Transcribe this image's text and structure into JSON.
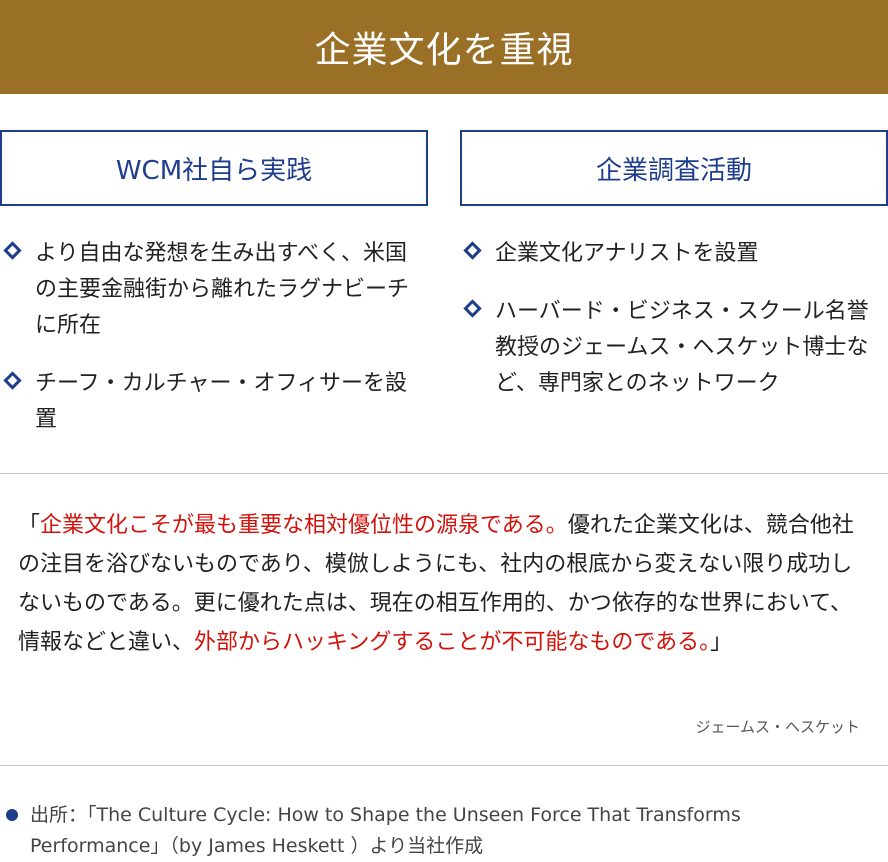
{
  "header": {
    "title": "企業文化を重視"
  },
  "left_column": {
    "title": "WCM社自ら実践",
    "items": [
      "より自由な発想を生み出すべく、米国の主要金融街から離れたラグナビーチに所在",
      "チーフ・カルチャー・オフィサーを設置"
    ]
  },
  "right_column": {
    "title": "企業調査活動",
    "items": [
      "企業文化アナリストを設置",
      "ハーバード・ビジネス・スクール名誉教授のジェームス・ヘスケット博士など、専門家とのネットワーク"
    ]
  },
  "quote": {
    "open": "「",
    "highlight1": "企業文化こそが最も重要な相対優位性の源泉である。",
    "middle": "優れた企業文化は、競合他社の注目を浴びないものであり、模倣しようにも、社内の根底から変えない限り成功しないものである。更に優れた点は、現在の相互作用的、かつ依存的な世界において、情報などと違い、",
    "highlight2": "外部からハッキングすることが不可能なものである。",
    "close": "」",
    "author": "ジェームス・ヘスケット"
  },
  "source": {
    "text": "出所：「The Culture Cycle: How to Shape the Unseen Force That Transforms Performance」（by James Heskett ）より当社作成"
  },
  "colors": {
    "banner": "#9a6f26",
    "accent": "#1e3d8c",
    "highlight": "#d0140b"
  }
}
